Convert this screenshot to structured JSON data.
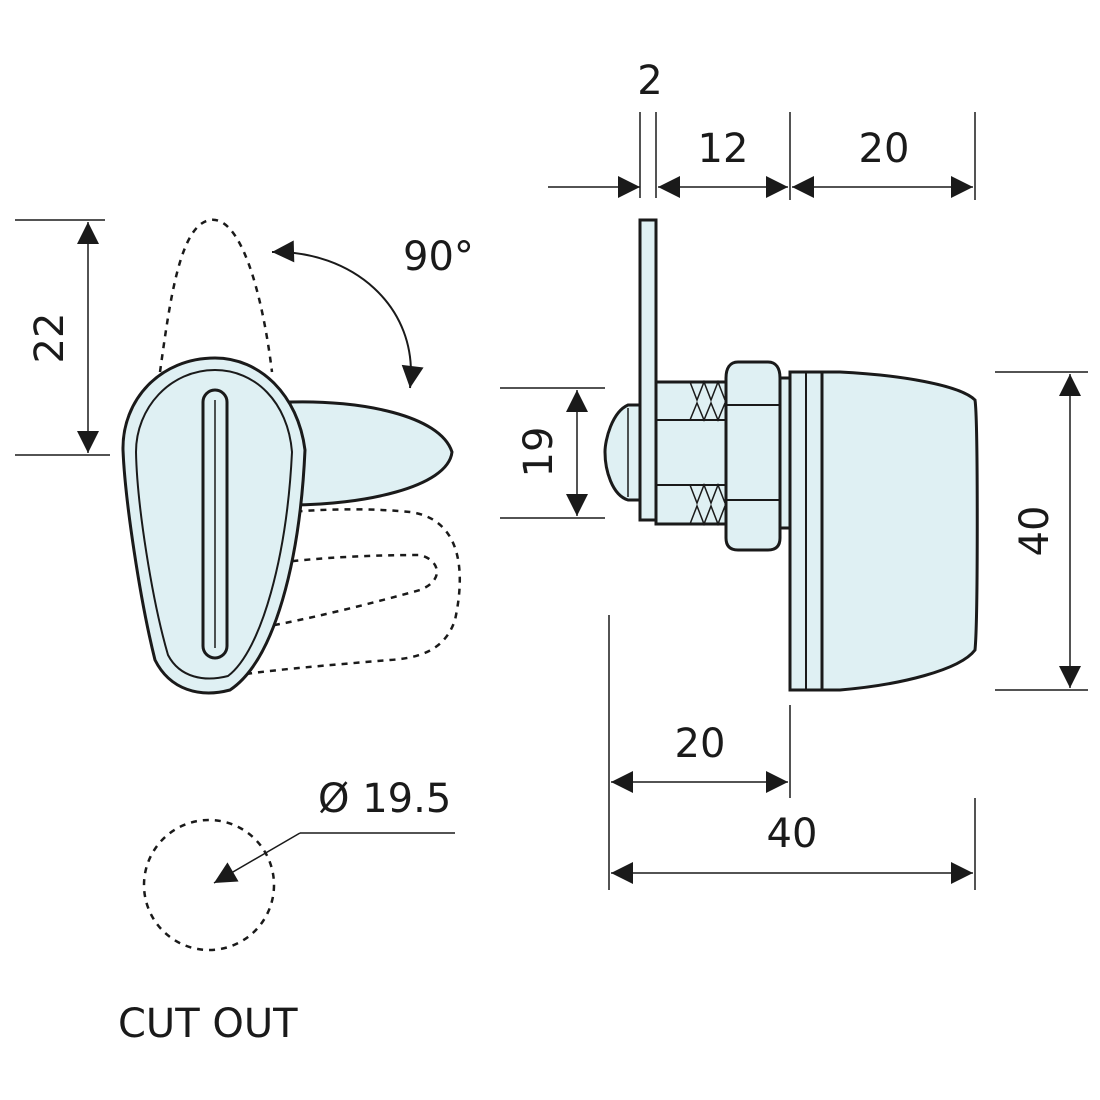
{
  "colors": {
    "line": "#1a1a1a",
    "part_fill": "#dff0f3",
    "part_highlight": "#f2fafb",
    "background": "#ffffff"
  },
  "front_view": {
    "height_label": "22",
    "rotation_label": "90°"
  },
  "side_view": {
    "plate_thickness_label": "2",
    "thread_length_label": "12",
    "knob_depth_label": "20",
    "body_diameter_label": "19",
    "knob_height_label": "40",
    "body_length_label": "20",
    "overall_length_label": "40"
  },
  "cut_out": {
    "diameter_label": "Ø 19.5",
    "caption": "CUT OUT"
  }
}
